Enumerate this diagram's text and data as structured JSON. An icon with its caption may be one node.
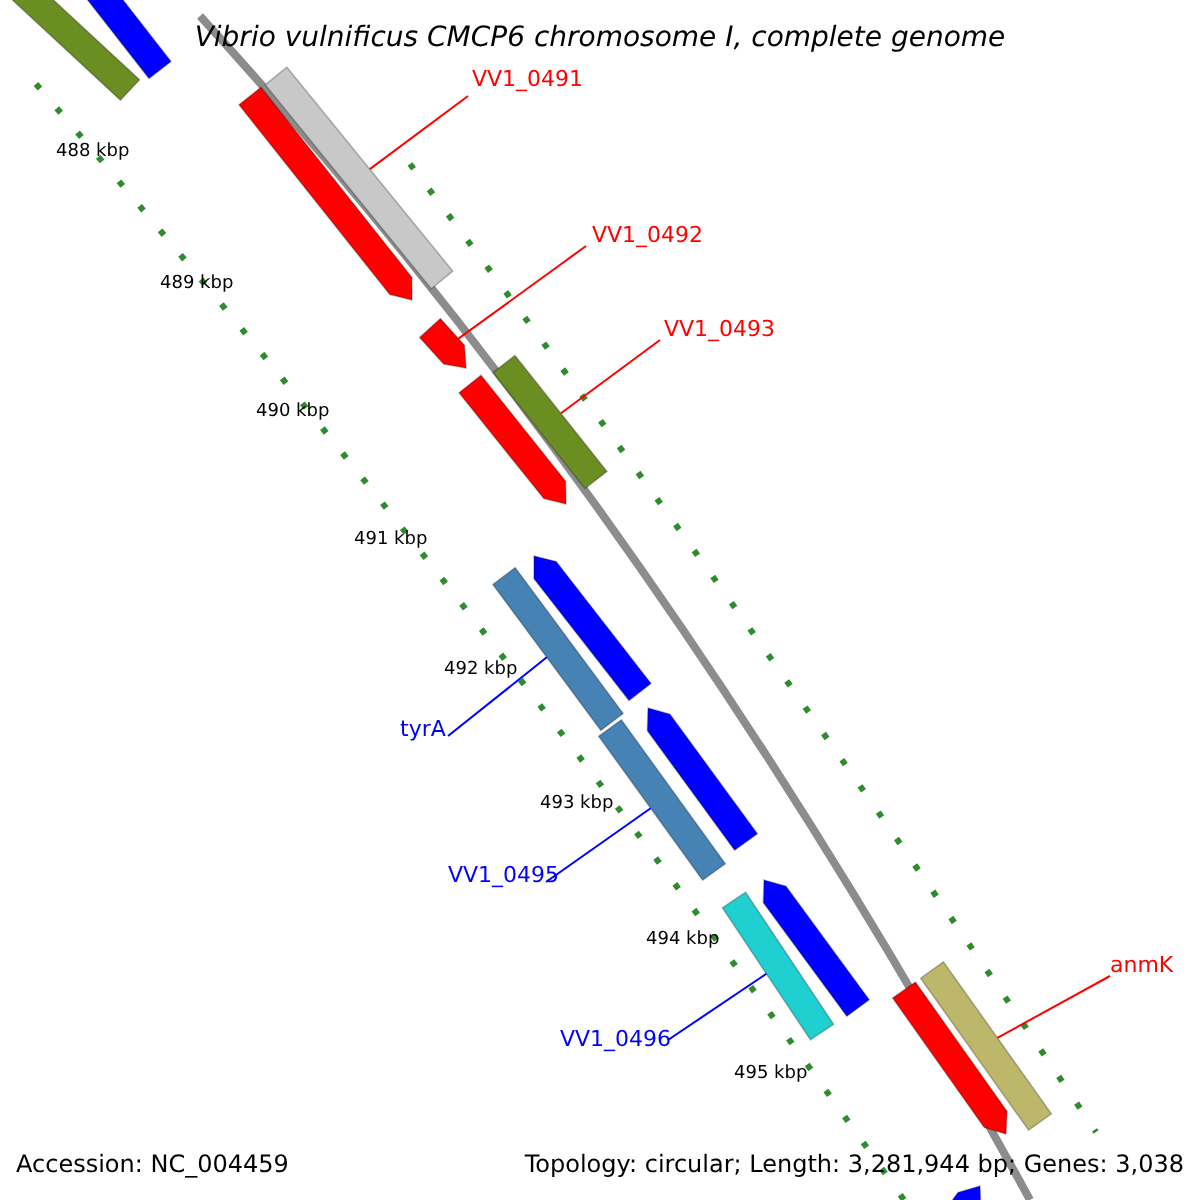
{
  "diagram": {
    "title": "Vibrio vulnificus CMCP6 chromosome I, complete genome",
    "nodes": [
      {
        "text": [],
        "shape": "bar"
      },
      {
        "text": [],
        "shape": "bar"
      },
      {
        "text": [],
        "shape": "bar"
      },
      {
        "text": [],
        "shape": "bar"
      },
      {
        "text": [],
        "shape": "bar"
      },
      {
        "text": [],
        "shape": "bar"
      },
      {
        "text": [],
        "shape": "bar"
      },
      {
        "text": [],
        "shape": "bar"
      },
      {
        "text": [],
        "shape": "bar"
      },
      {
        "text": [],
        "shape": "bar"
      },
      {
        "text": [],
        "shape": "bar"
      },
      {
        "text": [],
        "shape": "bar"
      },
      {
        "text": [],
        "shape": "bar"
      },
      {
        "text": [],
        "shape": "bar"
      },
      {
        "text": [],
        "shape": "bar"
      },
      {
        "text": [],
        "shape": "bar"
      },
      {
        "text": [
          "VV1_0491"
        ]
      },
      {
        "text": [
          "VV1_0492"
        ]
      },
      {
        "text": [
          "VV1_0493"
        ]
      },
      {
        "text": [
          "tyrA"
        ]
      },
      {
        "text": [
          "VV1_0495"
        ]
      },
      {
        "text": [
          "VV1_0496"
        ]
      },
      {
        "text": [
          "anmK"
        ]
      }
    ],
    "edges": [
      {
        "from": 16,
        "to": 3,
        "arrow": "none"
      },
      {
        "from": 17,
        "to": 4,
        "arrow": "none"
      },
      {
        "from": 18,
        "to": 6,
        "arrow": "none"
      },
      {
        "from": 19,
        "to": 8,
        "arrow": "none",
        "color": "#0000ff"
      },
      {
        "from": 20,
        "to": 10,
        "arrow": "none",
        "color": "#0000ff"
      },
      {
        "from": 21,
        "to": 12,
        "arrow": "none",
        "color": "#0000ff"
      },
      {
        "from": 22,
        "to": 14,
        "arrow": "none"
      }
    ],
    "labels": [
      "488 kbp",
      "489 kbp",
      "490 kbp",
      "491 kbp",
      "492 kbp",
      "493 kbp",
      "494 kbp",
      "495 kbp",
      "Accession: NC_004459",
      "Topology: circular; Length: 3,281,944 bp; Genes: 3,038"
    ]
  }
}
